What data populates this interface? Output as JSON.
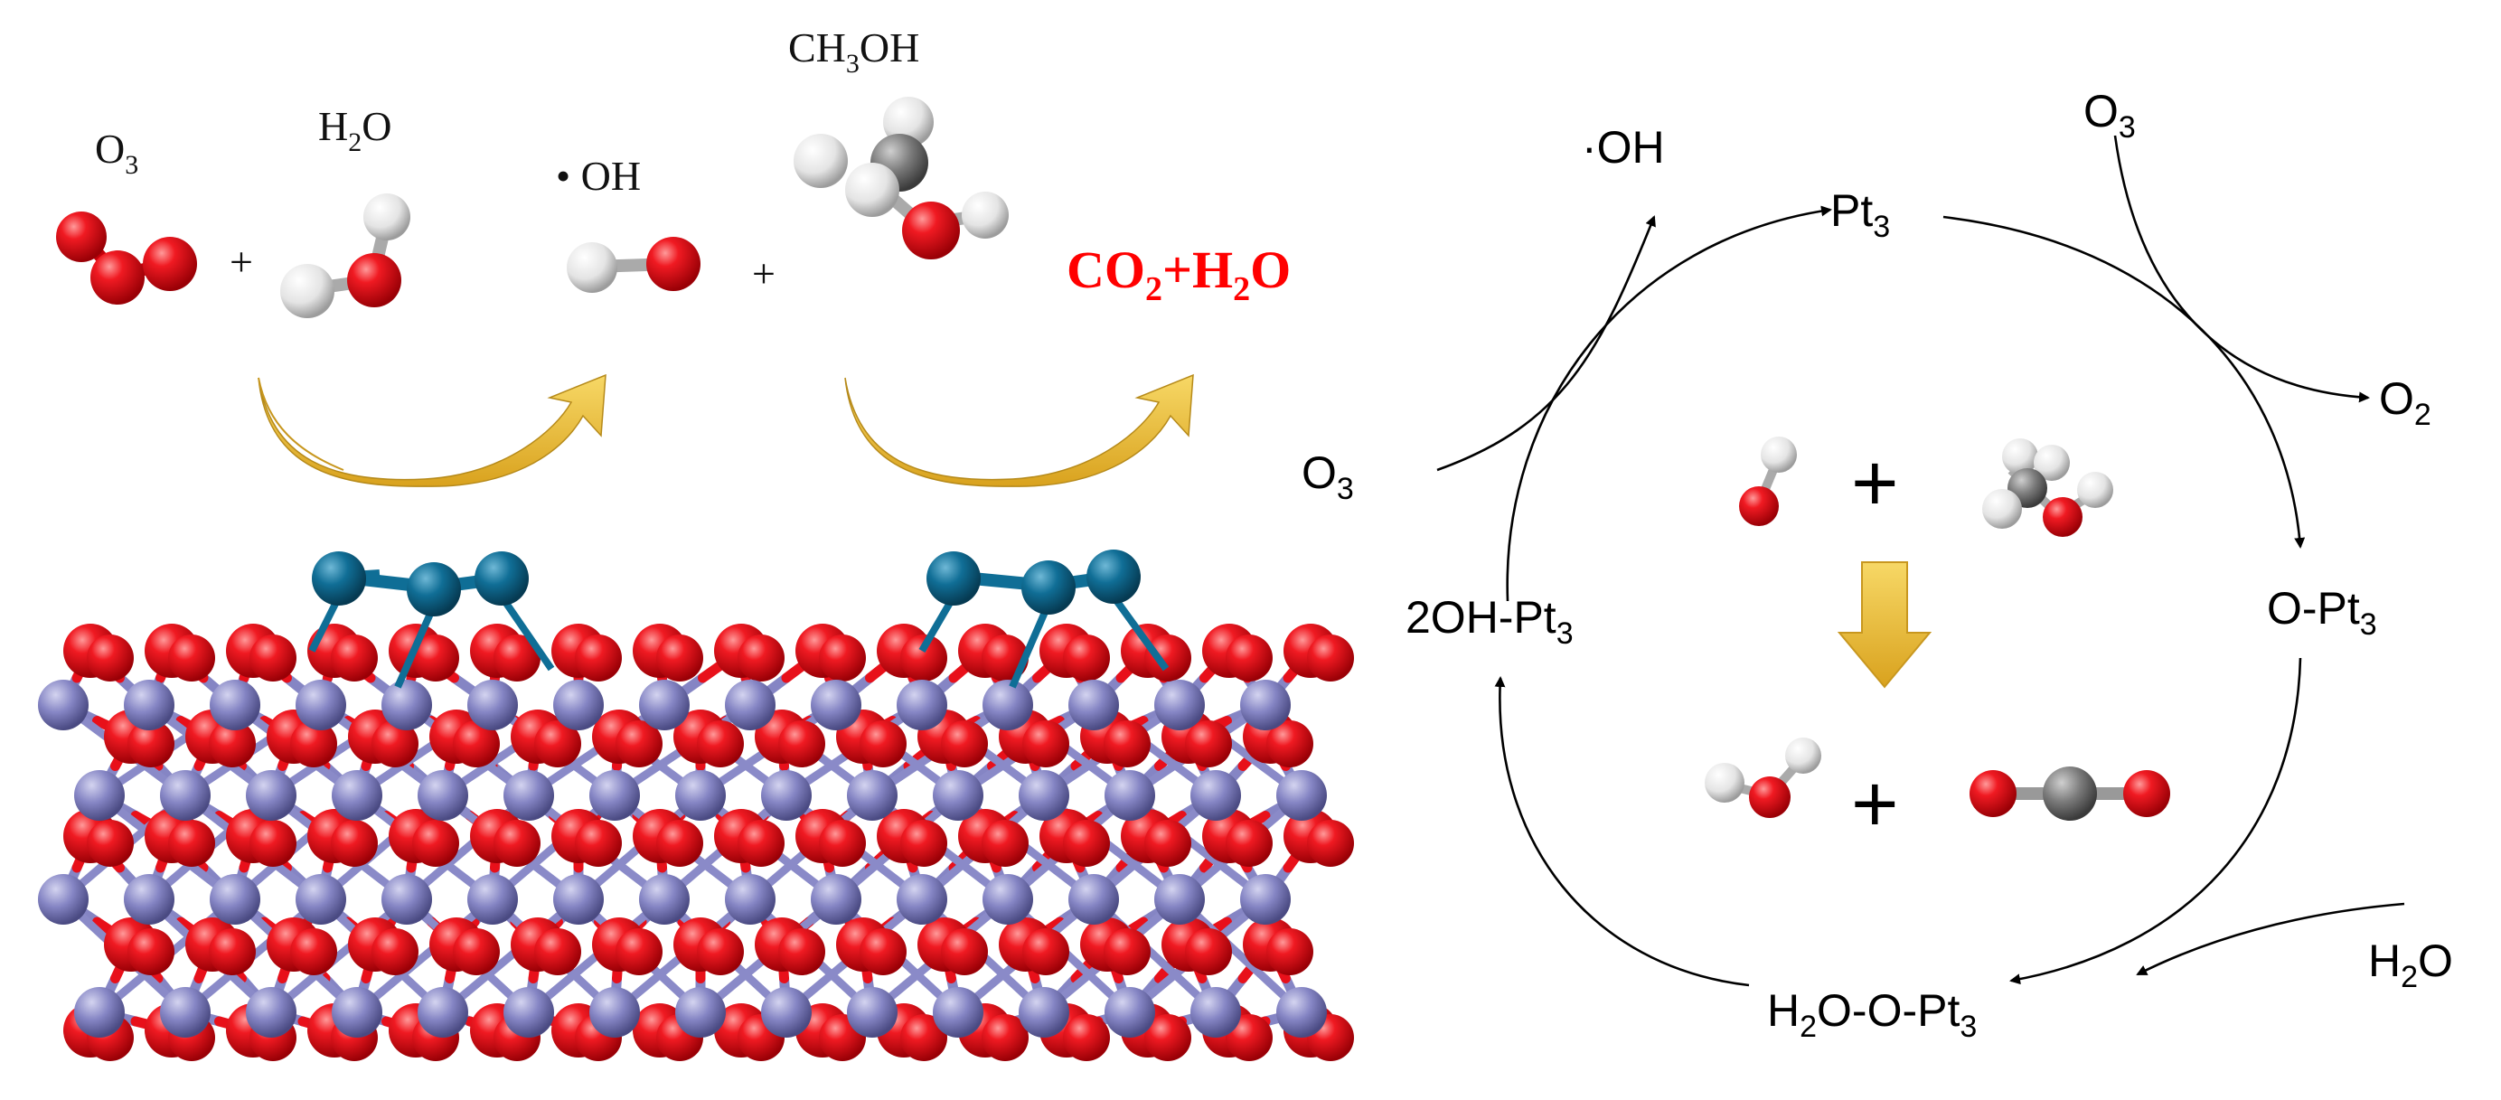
{
  "left_panel": {
    "o3": {
      "main": "O",
      "sub": "3"
    },
    "h2o": {
      "pre": "H",
      "sub": "2",
      "post": "O"
    },
    "oh_radical": "• OH",
    "methanol": {
      "pre": "CH",
      "sub": "3",
      "post": "OH"
    },
    "plus": "+",
    "products": {
      "a": "CO",
      "sub1": "2",
      "b": "+H",
      "sub2": "2",
      "c": "O"
    }
  },
  "cycle": {
    "pt3": {
      "main": "Pt",
      "sub": "3"
    },
    "o_pt3": {
      "main": "O-Pt",
      "sub": "3"
    },
    "h2o_o_pt3": {
      "a": "H",
      "sub1": "2",
      "b": "O-O-Pt",
      "sub2": "3"
    },
    "two_oh_pt3": {
      "main": "2OH-Pt",
      "sub": "3"
    },
    "o3_top": {
      "main": "O",
      "sub": "3"
    },
    "o2_out": {
      "main": "O",
      "sub": "2"
    },
    "h2o_in": {
      "pre": "H",
      "sub": "2",
      "post": "O"
    },
    "o3_left": {
      "main": "O",
      "sub": "3"
    },
    "oh_out": "·OH",
    "plus": "+"
  },
  "colors": {
    "oxygen": "#e8101a",
    "hydrogen": "#e6e6e6",
    "carbon": "#7a7a7a",
    "platinum": "#0f6e96",
    "support": "#8080c0",
    "arrow_gold": "#f2c641",
    "product_red": "#ff0000"
  }
}
